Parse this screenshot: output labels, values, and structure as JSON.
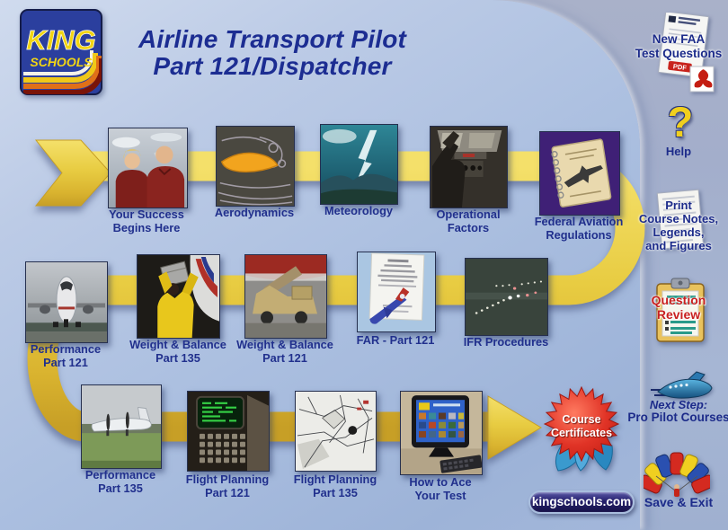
{
  "header": {
    "logo": {
      "line1": "KING",
      "line2": "SCHOOLS"
    },
    "title_line1": "Airline Transport Pilot",
    "title_line2": "Part 121/Dispatcher"
  },
  "modules": [
    {
      "label": "Your Success\nBegins Here"
    },
    {
      "label": "Aerodynamics"
    },
    {
      "label": "Meteorology"
    },
    {
      "label": "Operational\nFactors"
    },
    {
      "label": "Federal Aviation\nRegulations"
    },
    {
      "label": "Performance\nPart 121"
    },
    {
      "label": "Weight & Balance\nPart 135"
    },
    {
      "label": "Weight & Balance\nPart 121"
    },
    {
      "label": "FAR - Part 121"
    },
    {
      "label": "IFR Procedures"
    },
    {
      "label": "Performance\nPart 135"
    },
    {
      "label": "Flight Planning\nPart 121"
    },
    {
      "label": "Flight Planning\nPart 135"
    },
    {
      "label": "How to Ace\nYour Test"
    }
  ],
  "sidebar": {
    "new_faa": {
      "label": "New FAA\nTest Questions",
      "pdf_tag": "PDF"
    },
    "help": {
      "glyph": "?",
      "label": "Help"
    },
    "print": {
      "label": "Print\nCourse Notes,\nLegends,\nand Figures"
    },
    "question_review": {
      "label": "Question\nReview"
    },
    "next_step": {
      "label_line1": "Next Step:",
      "label_line2": "Pro Pilot Courses"
    },
    "save_exit": {
      "label": "Save & Exit"
    }
  },
  "footer": {
    "certificates_badge": "Course\nCertificates",
    "website": "kingschools.com"
  },
  "colors": {
    "arrow_gold": "#E6C83C",
    "badge_red": "#D8281E",
    "ribbon_blue": "#3A9ACE",
    "navy_text": "#1C2D92",
    "review_red": "#C81F1F",
    "logo_blue": "#2B3F9E",
    "logo_yellow": "#F2D513"
  }
}
